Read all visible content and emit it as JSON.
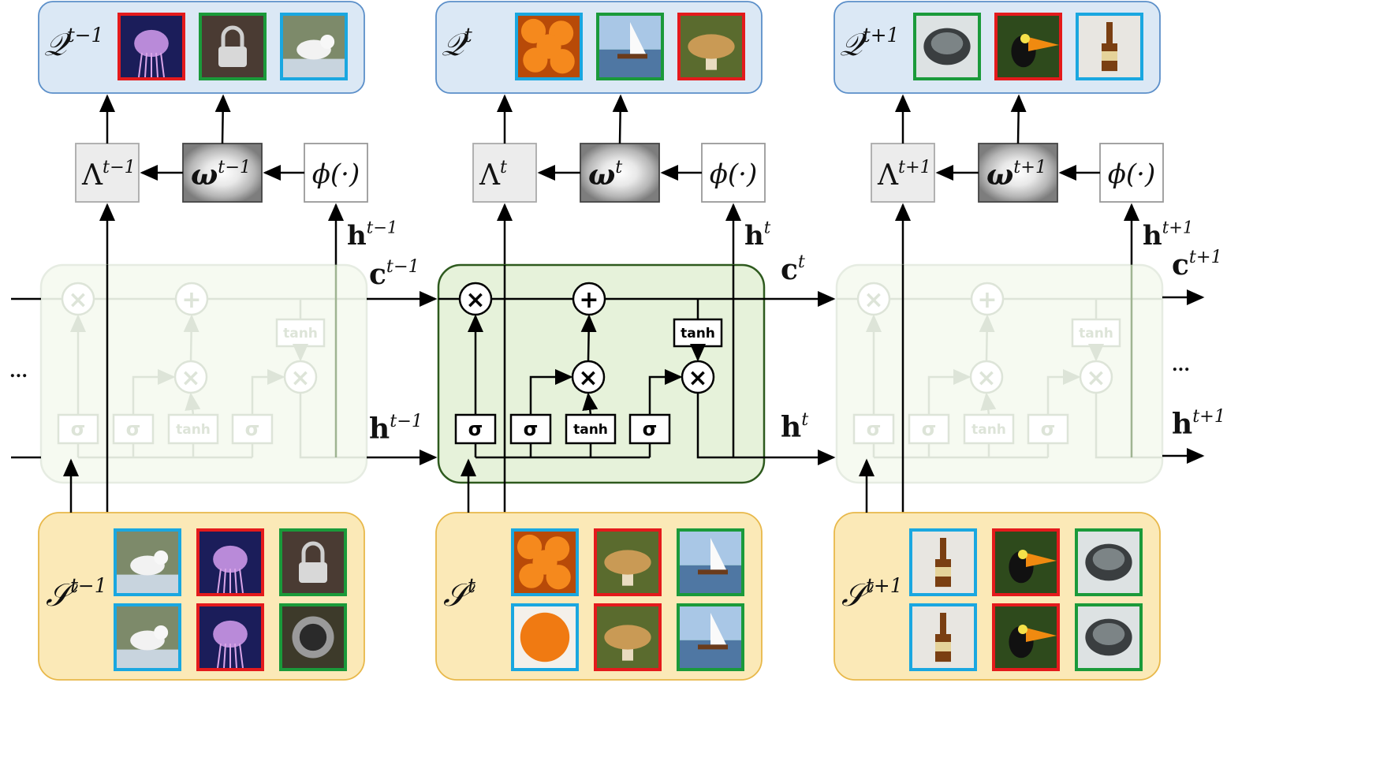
{
  "steps": [
    {
      "id": "prev",
      "query_label": "𝒬",
      "query_sup": "t−1",
      "lambda_label": "Λ",
      "lambda_sup": "t−1",
      "omega_label": "ω",
      "omega_sup": "t−1",
      "phi_label": "ϕ(·)",
      "h_label": "h",
      "h_sup": "t−1",
      "support_label": "𝒮",
      "support_sup": "t−1",
      "query_images": [
        {
          "subject": "jellyfish",
          "border": "#e41a1c"
        },
        {
          "subject": "padlock",
          "border": "#1a9a3a"
        },
        {
          "subject": "white-wolf",
          "border": "#1aa7e0"
        }
      ],
      "support_images": [
        {
          "subject": "white-wolf",
          "border": "#1aa7e0"
        },
        {
          "subject": "jellyfish",
          "border": "#e41a1c"
        },
        {
          "subject": "padlock",
          "border": "#1a9a3a"
        },
        {
          "subject": "white-wolf",
          "border": "#1aa7e0"
        },
        {
          "subject": "jellyfish",
          "border": "#e41a1c"
        },
        {
          "subject": "combination-lock",
          "border": "#1a9a3a"
        }
      ]
    },
    {
      "id": "curr",
      "query_label": "𝒬",
      "query_sup": "t",
      "lambda_label": "Λ",
      "lambda_sup": "t",
      "omega_label": "ω",
      "omega_sup": "t",
      "phi_label": "ϕ(·)",
      "h_label": "h",
      "h_sup": "t",
      "support_label": "𝒮",
      "support_sup": "t",
      "query_images": [
        {
          "subject": "oranges",
          "border": "#1aa7e0"
        },
        {
          "subject": "sailboat",
          "border": "#1a9a3a"
        },
        {
          "subject": "mushroom",
          "border": "#e41a1c"
        }
      ],
      "support_images": [
        {
          "subject": "oranges",
          "border": "#1aa7e0"
        },
        {
          "subject": "mushroom",
          "border": "#e41a1c"
        },
        {
          "subject": "sailboat",
          "border": "#1a9a3a"
        },
        {
          "subject": "orange",
          "border": "#1aa7e0"
        },
        {
          "subject": "mushroom",
          "border": "#e41a1c"
        },
        {
          "subject": "sailboat",
          "border": "#1a9a3a"
        }
      ]
    },
    {
      "id": "next",
      "query_label": "𝒬",
      "query_sup": "t+1",
      "lambda_label": "Λ",
      "lambda_sup": "t+1",
      "omega_label": "ω",
      "omega_sup": "t+1",
      "phi_label": "ϕ(·)",
      "h_label": "h",
      "h_sup": "t+1",
      "support_label": "𝒮",
      "support_sup": "t+1",
      "query_images": [
        {
          "subject": "wok",
          "border": "#1a9a3a"
        },
        {
          "subject": "toucan",
          "border": "#e41a1c"
        },
        {
          "subject": "beer-bottle",
          "border": "#1aa7e0"
        }
      ],
      "support_images": [
        {
          "subject": "beer-bottle",
          "border": "#1aa7e0"
        },
        {
          "subject": "toucan",
          "border": "#e41a1c"
        },
        {
          "subject": "wok",
          "border": "#1a9a3a"
        },
        {
          "subject": "beer-bottle",
          "border": "#1aa7e0"
        },
        {
          "subject": "toucan",
          "border": "#e41a1c"
        },
        {
          "subject": "wok",
          "border": "#1a9a3a"
        }
      ]
    }
  ],
  "flow_labels": {
    "c_label": "c",
    "c_prev_sup": "t−1",
    "c_curr_sup": "t",
    "c_next_sup": "t+1",
    "h_label": "h",
    "h_prev_sup": "t−1",
    "h_curr_sup": "t",
    "h_next_sup": "t+1",
    "ellipsis": "..."
  },
  "cell": {
    "sigma": "σ",
    "tanh": "tanh",
    "times": "×",
    "plus": "+"
  },
  "colors": {
    "query_fill": "#dbe8f5",
    "query_stroke": "#5b8fc9",
    "support_fill": "#fbe9b7",
    "support_stroke": "#e8b84a",
    "cell_fill": "#e6f2da",
    "cell_stroke": "#2e5a1e",
    "faded_cell_stroke": "#b8c9ad",
    "lambda_fill": "#ececec",
    "omega_fill": "#8a8a8a",
    "red": "#e41a1c",
    "green": "#1a9a3a",
    "blue": "#1aa7e0"
  }
}
